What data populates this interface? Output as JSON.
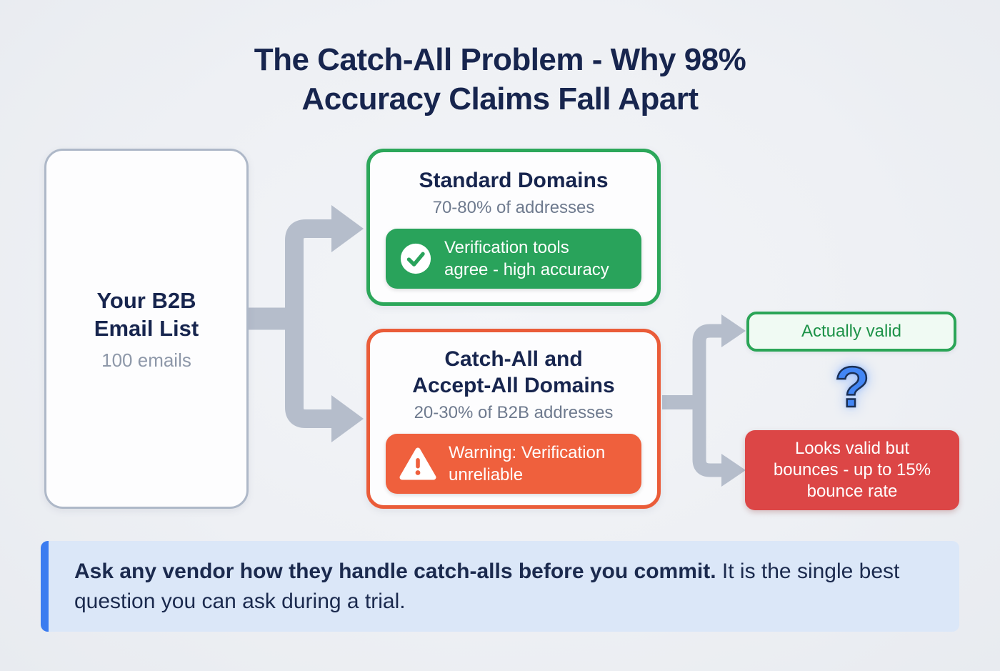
{
  "title": {
    "line1": "The Catch-All Problem - Why 98%",
    "line2": "Accuracy Claims Fall Apart"
  },
  "email_list_box": {
    "title_line1": "Your B2B",
    "title_line2": "Email List",
    "count": "100 emails"
  },
  "standard_domains_box": {
    "title": "Standard Domains",
    "share": "70-80% of addresses",
    "badge": {
      "icon": "check-circle-icon",
      "line1": "Verification tools",
      "line2": "agree - high accuracy"
    }
  },
  "catch_all_box": {
    "title_line1": "Catch-All and",
    "title_line2": "Accept-All Domains",
    "share": "20-30% of B2B addresses",
    "badge": {
      "icon": "warning-triangle-icon",
      "line1": "Warning: Verification",
      "line2": "unreliable"
    }
  },
  "outcomes": {
    "actually_valid_label": "Actually valid",
    "question_mark": "?",
    "bounce_line1": "Looks valid but",
    "bounce_line2": "bounces - up to 15%",
    "bounce_line3": "bounce rate"
  },
  "callout": {
    "bold_text": "Ask any vendor how they handle catch-alls before you commit.",
    "regular_text": "It is the single best question you can ask during a trial."
  },
  "colors": {
    "navy_text": "#17254e",
    "muted_text": "#6e7a8e",
    "arrow_gray": "#b5bdcb",
    "green_accent": "#2ca75a",
    "green_badge": "#29a35b",
    "orange_accent": "#ea5c39",
    "orange_badge": "#ef603d",
    "red_box": "#dc4646",
    "valid_text_green": "#1d9248",
    "question_blue": "#4286f5",
    "callout_bg": "#dbe7f8",
    "callout_accent": "#3b7cf0"
  }
}
